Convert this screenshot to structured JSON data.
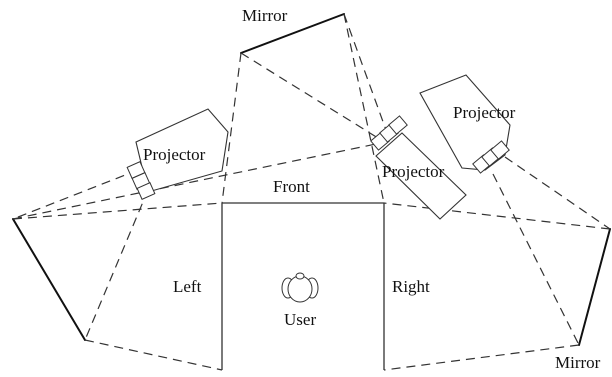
{
  "labels": {
    "mirror_top": "Mirror",
    "mirror_right": "Mirror",
    "projector_left": "Projector",
    "projector_center": "Projector",
    "projector_right": "Projector",
    "wall_front": "Front",
    "wall_left": "Left",
    "wall_right": "Right",
    "user": "User"
  },
  "icons": {
    "projector": "projector-icon",
    "user": "user-head-icon"
  }
}
